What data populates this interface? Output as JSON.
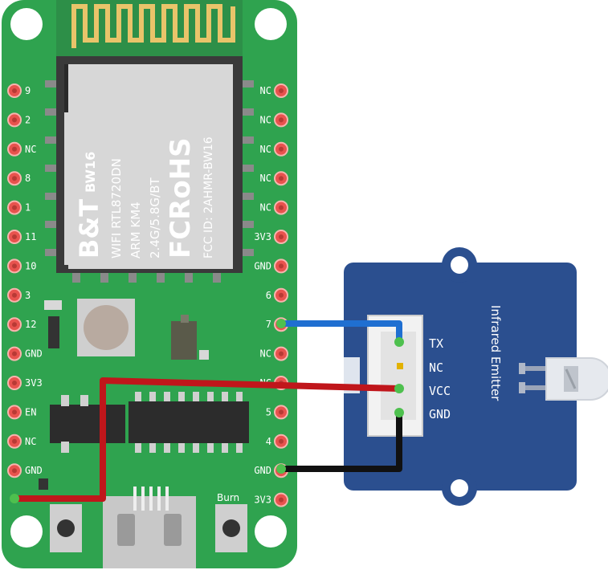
{
  "board": {
    "left_pins": [
      "9",
      "2",
      "NC",
      "8",
      "1",
      "11",
      "10",
      "3",
      "12",
      "GND",
      "3V3",
      "EN",
      "NC",
      "GND"
    ],
    "right_pins": [
      "NC",
      "NC",
      "NC",
      "NC",
      "NC",
      "3V3",
      "GND",
      "6",
      "7",
      "NC",
      "NC",
      "5",
      "4",
      "GND",
      "3V3"
    ],
    "burn_label": "Burn",
    "module": {
      "brand": "B&T",
      "model": "BW16",
      "line_wifi": "WIFI RTL8720DN",
      "line_arm": "ARM KM4",
      "line_band": "2.4G/5.8G/BT",
      "cert": "FCRoHS",
      "fcc": "FCC ID: 2AHMR-BW16"
    }
  },
  "module_ir": {
    "title": "Infrared Emitter",
    "pins": [
      "TX",
      "NC",
      "VCC",
      "GND"
    ]
  },
  "colors": {
    "board": "#2fa34f",
    "board_edge": "#268a42",
    "module_blue": "#2b4f8f",
    "wire_blue": "#1f6fd1",
    "wire_red": "#c0161b",
    "wire_black": "#111111",
    "pin_red": "#e8534e"
  }
}
